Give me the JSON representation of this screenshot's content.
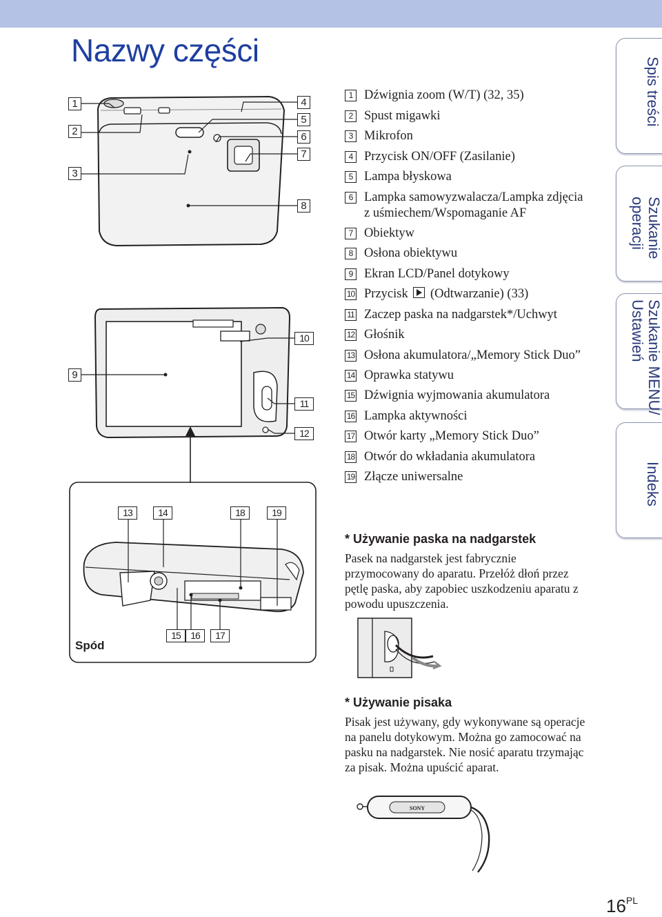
{
  "page": {
    "title": "Nazwy części",
    "page_number": "16",
    "page_suffix": "PL"
  },
  "tabs": [
    {
      "label": "Spis treści"
    },
    {
      "label": "Szukanie\noperacji"
    },
    {
      "label": "Szukanie MENU/\nUstawień"
    },
    {
      "label": "Indeks"
    }
  ],
  "callouts": {
    "n1": "1",
    "n2": "2",
    "n3": "3",
    "n4": "4",
    "n5": "5",
    "n6": "6",
    "n7": "7",
    "n8": "8",
    "n9": "9",
    "n10": "10",
    "n11": "11",
    "n12": "12",
    "n13": "13",
    "n14": "14",
    "n18": "18",
    "n19": "19",
    "n15": "15",
    "n16": "16",
    "n17": "17"
  },
  "bottom_label": "Spód",
  "parts": [
    {
      "n": "1",
      "text": "Dźwignia zoom (W/T) (32, 35)"
    },
    {
      "n": "2",
      "text": "Spust migawki"
    },
    {
      "n": "3",
      "text": "Mikrofon"
    },
    {
      "n": "4",
      "text": "Przycisk ON/OFF (Zasilanie)"
    },
    {
      "n": "5",
      "text": "Lampa błyskowa"
    },
    {
      "n": "6",
      "text": "Lampka samowyzwalacza/Lampka zdjęcia z uśmiechem/Wspomaganie AF"
    },
    {
      "n": "7",
      "text": "Obiektyw"
    },
    {
      "n": "8",
      "text": "Osłona obiektywu"
    },
    {
      "n": "9",
      "text": "Ekran LCD/Panel dotykowy"
    },
    {
      "n": "10",
      "text_a": "Przycisk",
      "text_b": "(Odtwarzanie) (33)"
    },
    {
      "n": "11",
      "text": "Zaczep paska na nadgarstek*/Uchwyt"
    },
    {
      "n": "12",
      "text": "Głośnik"
    },
    {
      "n": "13",
      "text": "Osłona akumulatora/„Memory Stick Duo”"
    },
    {
      "n": "14",
      "text": "Oprawka statywu"
    },
    {
      "n": "15",
      "text": "Dźwignia wyjmowania akumulatora"
    },
    {
      "n": "16",
      "text": "Lampka aktywności"
    },
    {
      "n": "17",
      "text": "Otwór karty „Memory Stick Duo”"
    },
    {
      "n": "18",
      "text": "Otwór do wkładania akumulatora"
    },
    {
      "n": "19",
      "text": "Złącze uniwersalne"
    }
  ],
  "notes": {
    "strap_head": "* Używanie paska na nadgarstek",
    "strap_text": "Pasek na nadgarstek jest fabrycznie przymocowany do aparatu. Przełóż dłoń przez pętlę paska, aby zapobiec uszkodzeniu aparatu z powodu upuszczenia.",
    "stylus_head": "* Używanie pisaka",
    "stylus_text": "Pisak jest używany, gdy wykonywane są operacje na panelu dotykowym. Można go zamocować na pasku na nadgarstek. Nie nosić aparatu trzymając za pisak. Można upuścić aparat.",
    "stylus_brand": "SONY"
  }
}
